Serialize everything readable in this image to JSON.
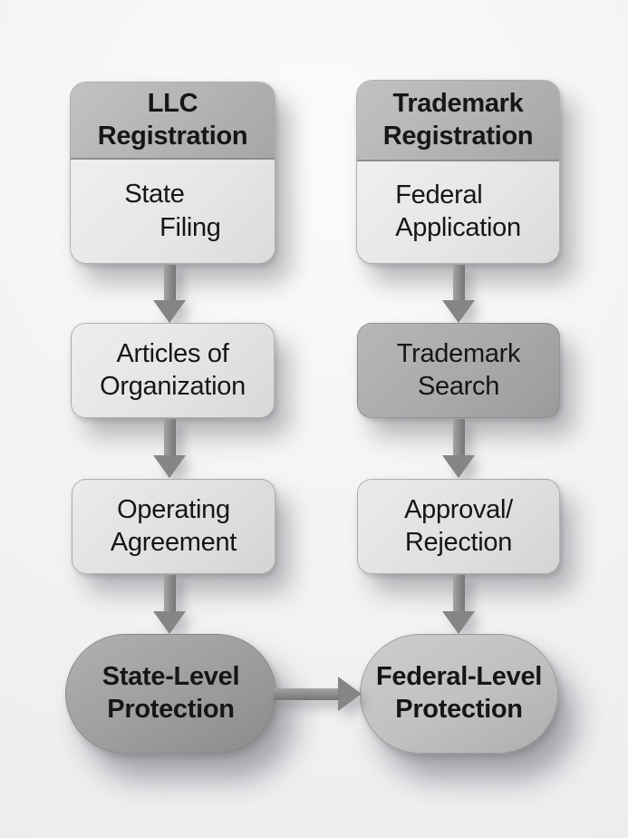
{
  "palette": {
    "background": "#f3f3f5",
    "header_fill": "#b3b3b3",
    "light_fill": "#e6e6e4",
    "mid_fill": "#a9a9a9",
    "pill_dark_fill": "#a19f9d",
    "pill_light_fill": "#c2c0be",
    "arrow": "#858585",
    "text": "#161616"
  },
  "columns": [
    {
      "id": "llc",
      "header_title": "LLC\nRegistration",
      "header_body": "State\n     Filing",
      "steps": [
        {
          "label": "Articles of\nOrganization"
        },
        {
          "label": "Operating\nAgreement"
        }
      ],
      "terminal": "State-Level\nProtection"
    },
    {
      "id": "trademark",
      "header_title": "Trademark\nRegistration",
      "header_body": "Federal\nApplication",
      "steps": [
        {
          "label": "Trademark\nSearch"
        },
        {
          "label": "Approval/\nRejection"
        }
      ],
      "terminal": "Federal-Level\nProtection"
    }
  ],
  "connectors": {
    "down_arrow": "arrow-down",
    "cross_arrow": "arrow-right"
  }
}
